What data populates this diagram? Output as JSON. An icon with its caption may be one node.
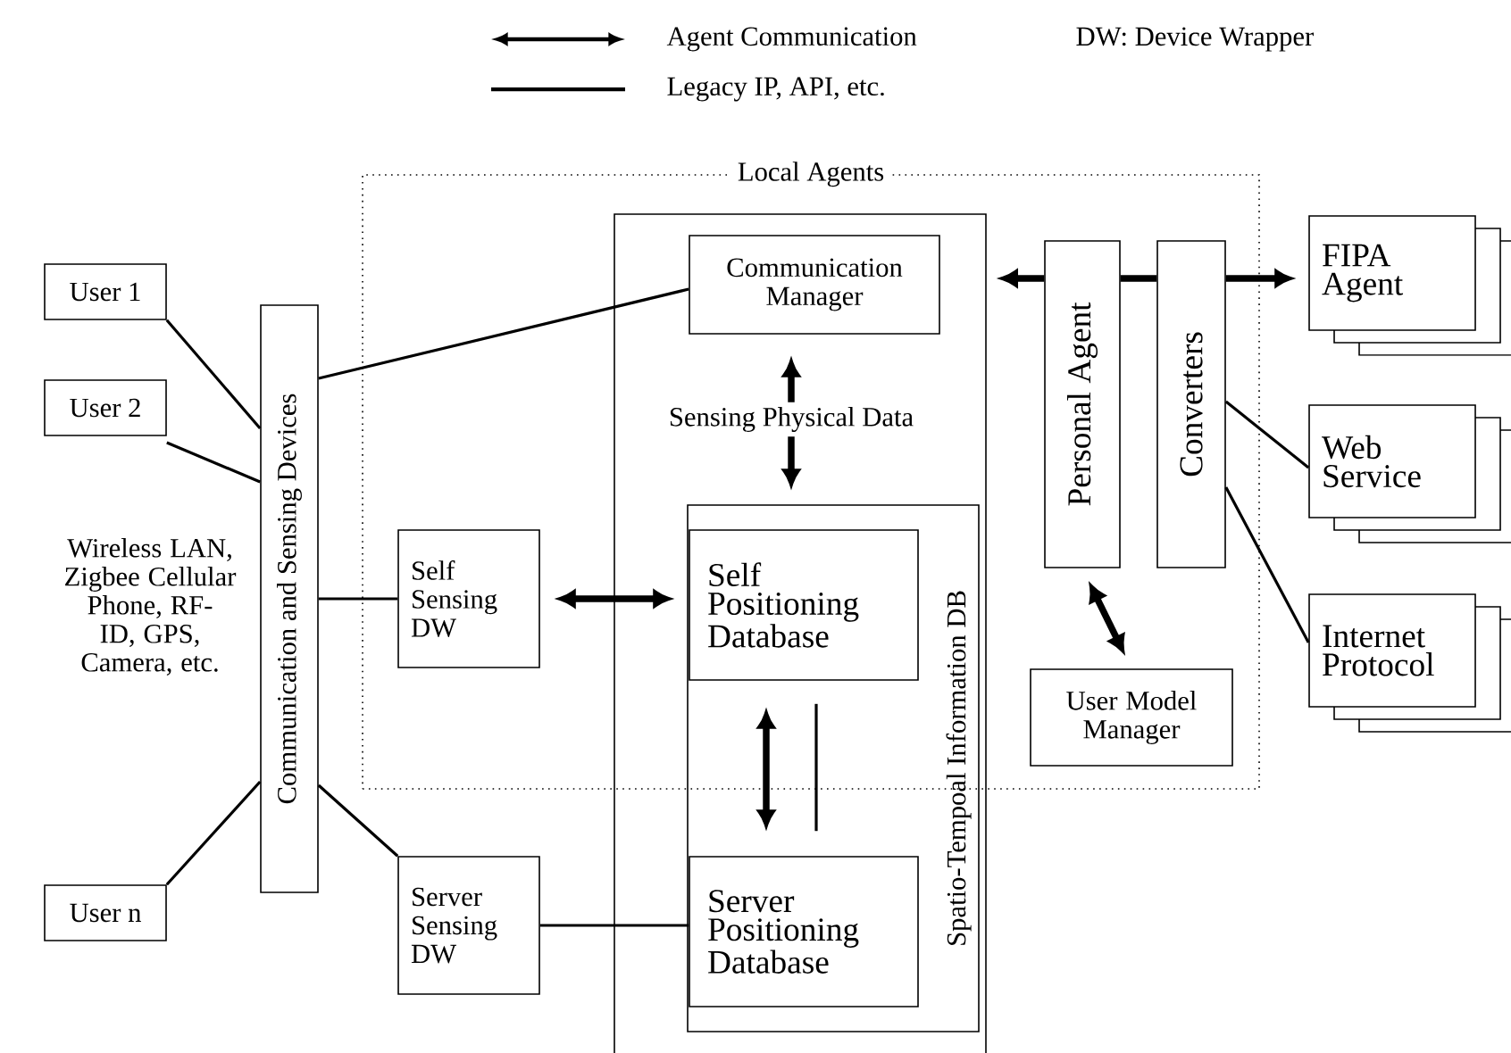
{
  "diagram": {
    "nodes": [
      {
        "text": [
          "Local Agents"
        ]
      },
      {
        "text": [
          "User 1"
        ]
      },
      {
        "text": [
          "User 2"
        ]
      },
      {
        "text": [
          "User n"
        ]
      },
      {
        "text": [
          "Communication and Sensing Devices"
        ]
      },
      {
        "text": [
          "Communication Manager"
        ],
        "in": 0
      },
      {
        "text": [
          "Self Sensing DW"
        ],
        "in": 0
      },
      {
        "text": [
          "Spatio-Tempoal Information DB"
        ]
      },
      {
        "text": [
          "Self Positioning Database"
        ]
      },
      {
        "text": [
          "Server Positioning Database"
        ],
        "in": 7
      },
      {
        "text": [
          "Server Sensing DW"
        ]
      },
      {
        "text": [
          "Personal Agent"
        ],
        "in": 0
      },
      {
        "text": [
          "Converters"
        ],
        "in": 0
      },
      {
        "text": [
          "User Model Manager"
        ],
        "in": 0
      },
      {
        "text": [
          "FIPA Agent"
        ]
      },
      {
        "text": [
          "Web Service"
        ]
      },
      {
        "text": [
          "Internet Protocol"
        ]
      }
    ],
    "edges": [
      {
        "from": 1,
        "to": 4,
        "arrow": "none"
      },
      {
        "from": 2,
        "to": 4,
        "arrow": "none"
      },
      {
        "from": 3,
        "to": 4,
        "arrow": "none"
      },
      {
        "from": 4,
        "to": 5,
        "arrow": "none"
      },
      {
        "from": 4,
        "to": 6,
        "arrow": "none"
      },
      {
        "from": 4,
        "to": 10,
        "arrow": "none"
      },
      {
        "from": 10,
        "to": 9,
        "arrow": "none"
      },
      {
        "from": 6,
        "to": 8,
        "arrow": "both",
        "style": "thick"
      },
      {
        "from": 5,
        "to": 7,
        "arrow": "both",
        "style": "thick",
        "label": "Sensing Physical Data"
      },
      {
        "from": 8,
        "to": 9,
        "arrow": "both",
        "style": "thick"
      },
      {
        "from": 8,
        "to": 9,
        "arrow": "none"
      },
      {
        "from": 11,
        "to": 13,
        "arrow": "both",
        "style": "thick"
      },
      {
        "from": 11,
        "to": null,
        "arrow": "to",
        "style": "thick"
      },
      {
        "from": 11,
        "to": 12,
        "arrow": "none",
        "style": "thick"
      },
      {
        "from": 12,
        "to": 14,
        "arrow": "to",
        "style": "thick"
      },
      {
        "from": 12,
        "to": 15,
        "arrow": "none"
      },
      {
        "from": 12,
        "to": 16,
        "arrow": "none"
      }
    ],
    "labels": [
      "DW: Device Wrapper",
      "Wireless LAN, Zigbee Cellular Phone, RF-ID, GPS, Camera, etc."
    ],
    "legend": [
      {
        "text": "Agent Communication"
      },
      {
        "text": "Legacy IP, API, etc."
      }
    ]
  }
}
